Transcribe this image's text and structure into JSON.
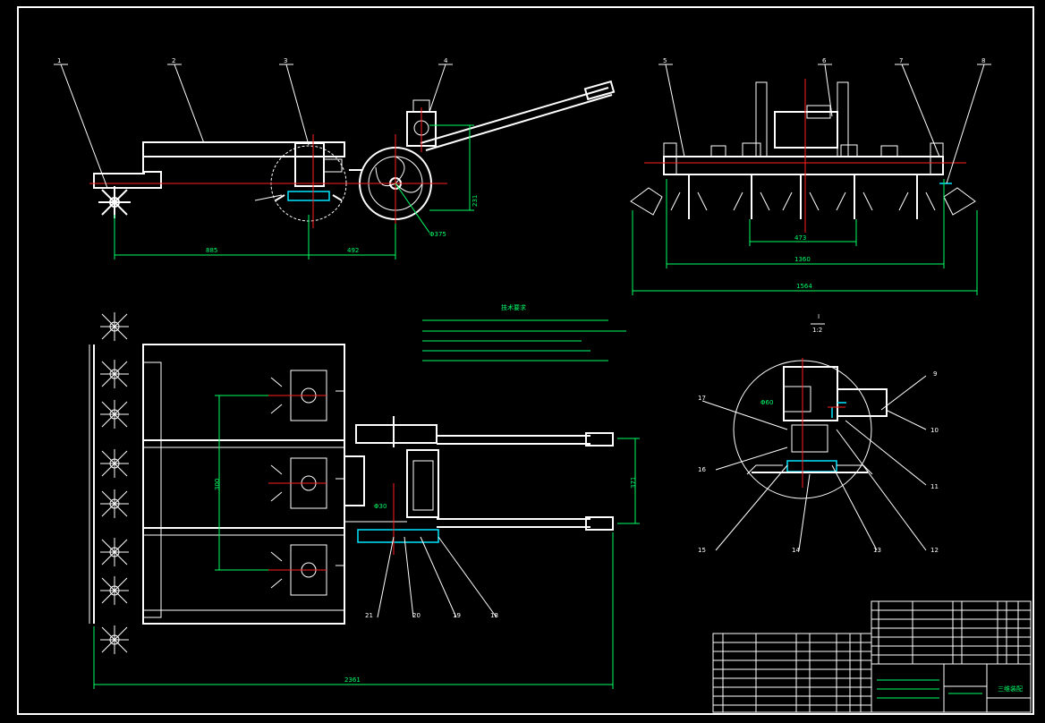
{
  "balloons_top": [
    "1",
    "2",
    "3",
    "4",
    "5",
    "6",
    "7",
    "8"
  ],
  "balloons_detail": [
    "9",
    "10",
    "11",
    "12",
    "13",
    "14",
    "15",
    "16",
    "17"
  ],
  "balloons_bottom": [
    "21",
    "20",
    "19",
    "18"
  ],
  "dimensions": {
    "d885": "885",
    "d492": "492",
    "d231": "231",
    "d375": "Φ375",
    "d473": "473",
    "d1360": "1360",
    "d1564": "1564",
    "d300": "300",
    "d371": "371",
    "d2361": "2361",
    "d30": "Φ30",
    "d60": "Φ60"
  },
  "detail_scale": {
    "num": "I",
    "den": "1:2"
  },
  "notes_title": "技术要求",
  "title_block": {
    "drawing_name": "三维装配"
  },
  "colors": {
    "line": "#ffffff",
    "dimension": "#00ff66",
    "center": "#ff2020",
    "hidden": "#00e5ff"
  }
}
